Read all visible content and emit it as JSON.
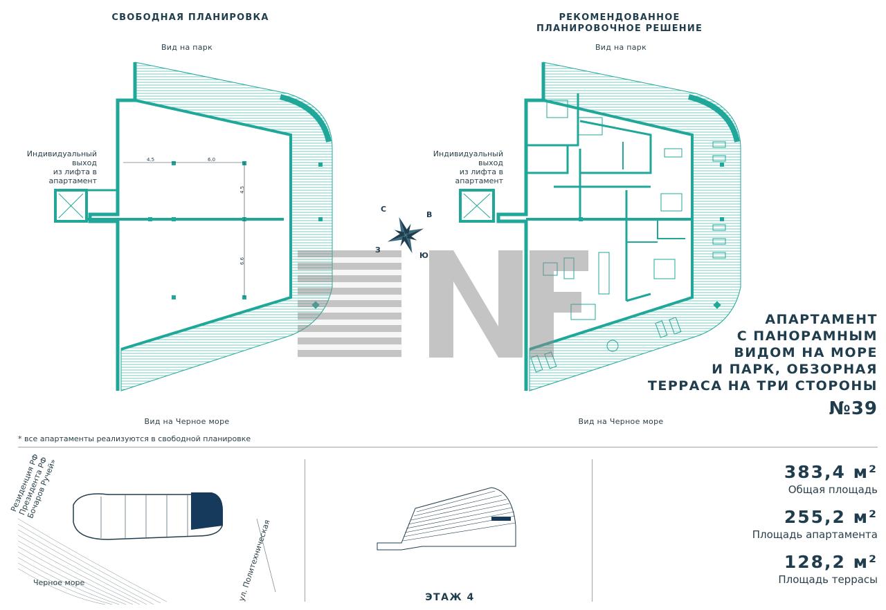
{
  "plans": {
    "free": {
      "title": "СВОБОДНАЯ ПЛАНИРОВКА",
      "view_top": "Вид на парк",
      "view_bottom": "Вид на Черное море",
      "exit_label": [
        "Индивидуальный",
        "выход",
        "из лифта в",
        "апартамент"
      ],
      "dims": [
        "4.5",
        "6.0",
        "4.5",
        "6.6"
      ]
    },
    "recommended": {
      "title_line1": "РЕКОМЕНДОВАННОЕ",
      "title_line2": "ПЛАНИРОВОЧНОЕ РЕШЕНИЕ",
      "view_top": "Вид на парк",
      "view_bottom": "Вид на Черное море",
      "exit_label": [
        "Индивидуальный",
        "выход",
        "из лифта в",
        "апартамент"
      ]
    }
  },
  "compass": {
    "n": "С",
    "e": "В",
    "s": "Ю",
    "w": "З"
  },
  "headline": [
    "АПАРТАМЕНТ",
    "С ПАНОРАМНЫМ",
    "ВИДОМ НА МОРЕ",
    "И ПАРК, ОБЗОРНАЯ",
    "ТЕРРАСА НА ТРИ СТОРОНЫ"
  ],
  "apartment_number": "№39",
  "footnote": "* все апартаменты реализуются в свободной планировке",
  "site_map": {
    "residence_label": [
      "Резиденция РФ",
      "Президента РФ",
      "Бочаров Ручей»"
    ],
    "sea_label": "Черное море",
    "street_label": "ул. Политехническая"
  },
  "floor": {
    "label": "ЭТАЖ 4"
  },
  "stats": [
    {
      "value": "383,4 м²",
      "label": "Общая площадь"
    },
    {
      "value": "255,2 м²",
      "label": "Площадь апартамента"
    },
    {
      "value": "128,2 м²",
      "label": "Площадь террасы"
    }
  ],
  "colors": {
    "wall": "#1fa79a",
    "text": "#1f3d4d",
    "dark_fill": "#163a5c",
    "watermark": "#8a8a8a"
  }
}
